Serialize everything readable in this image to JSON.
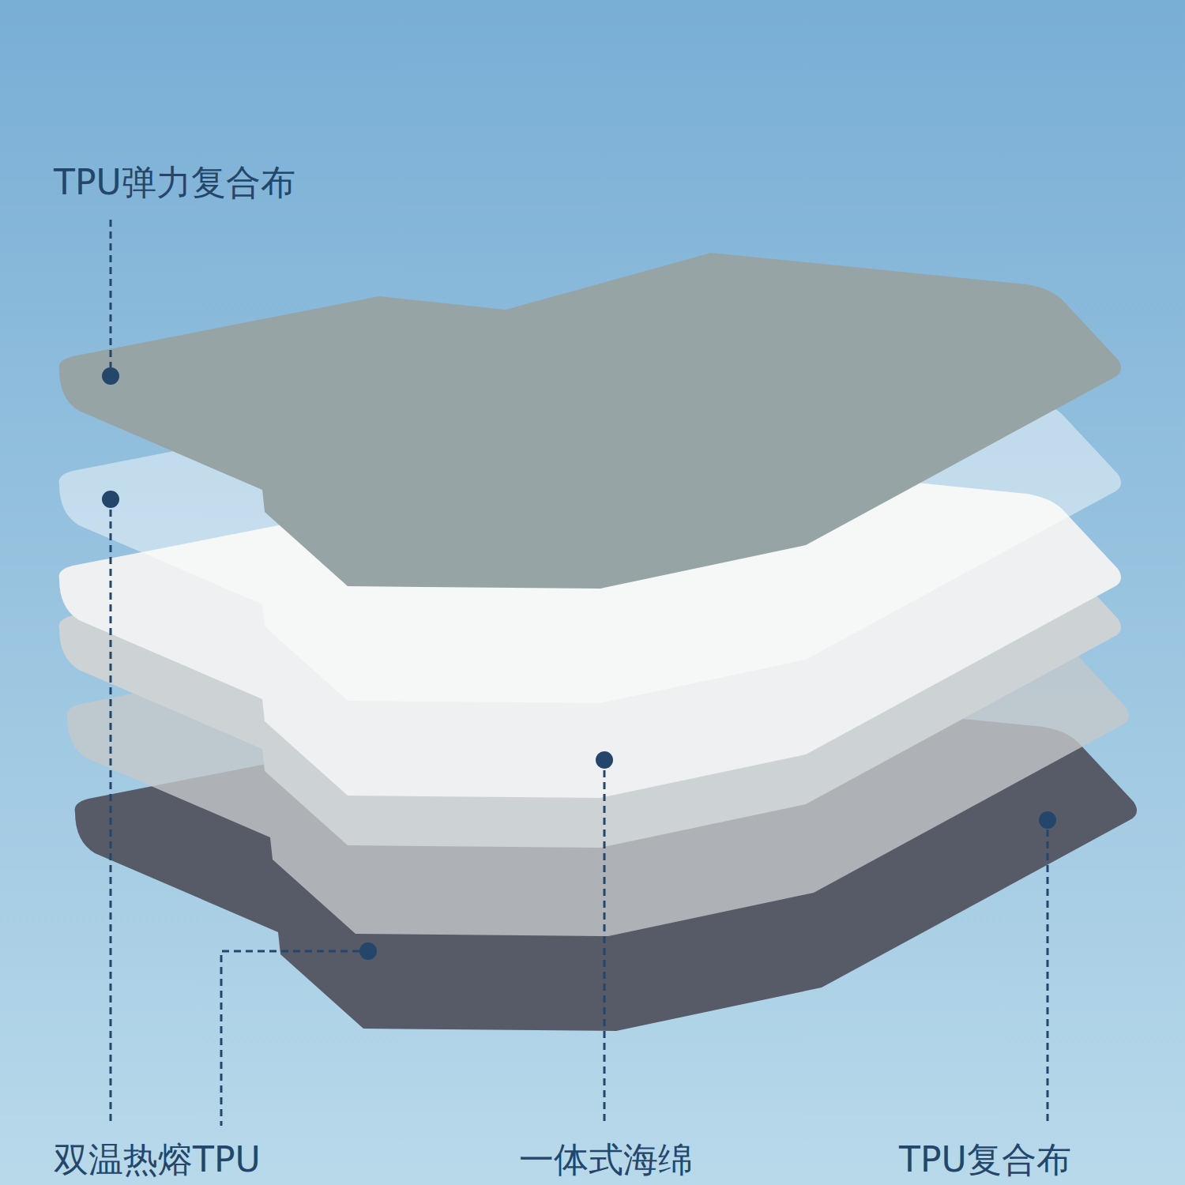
{
  "diagram": {
    "labels": [
      "TPU弹力复合布",
      "双温热熔TPU",
      "一体式海绵",
      "TPU复合布"
    ]
  }
}
